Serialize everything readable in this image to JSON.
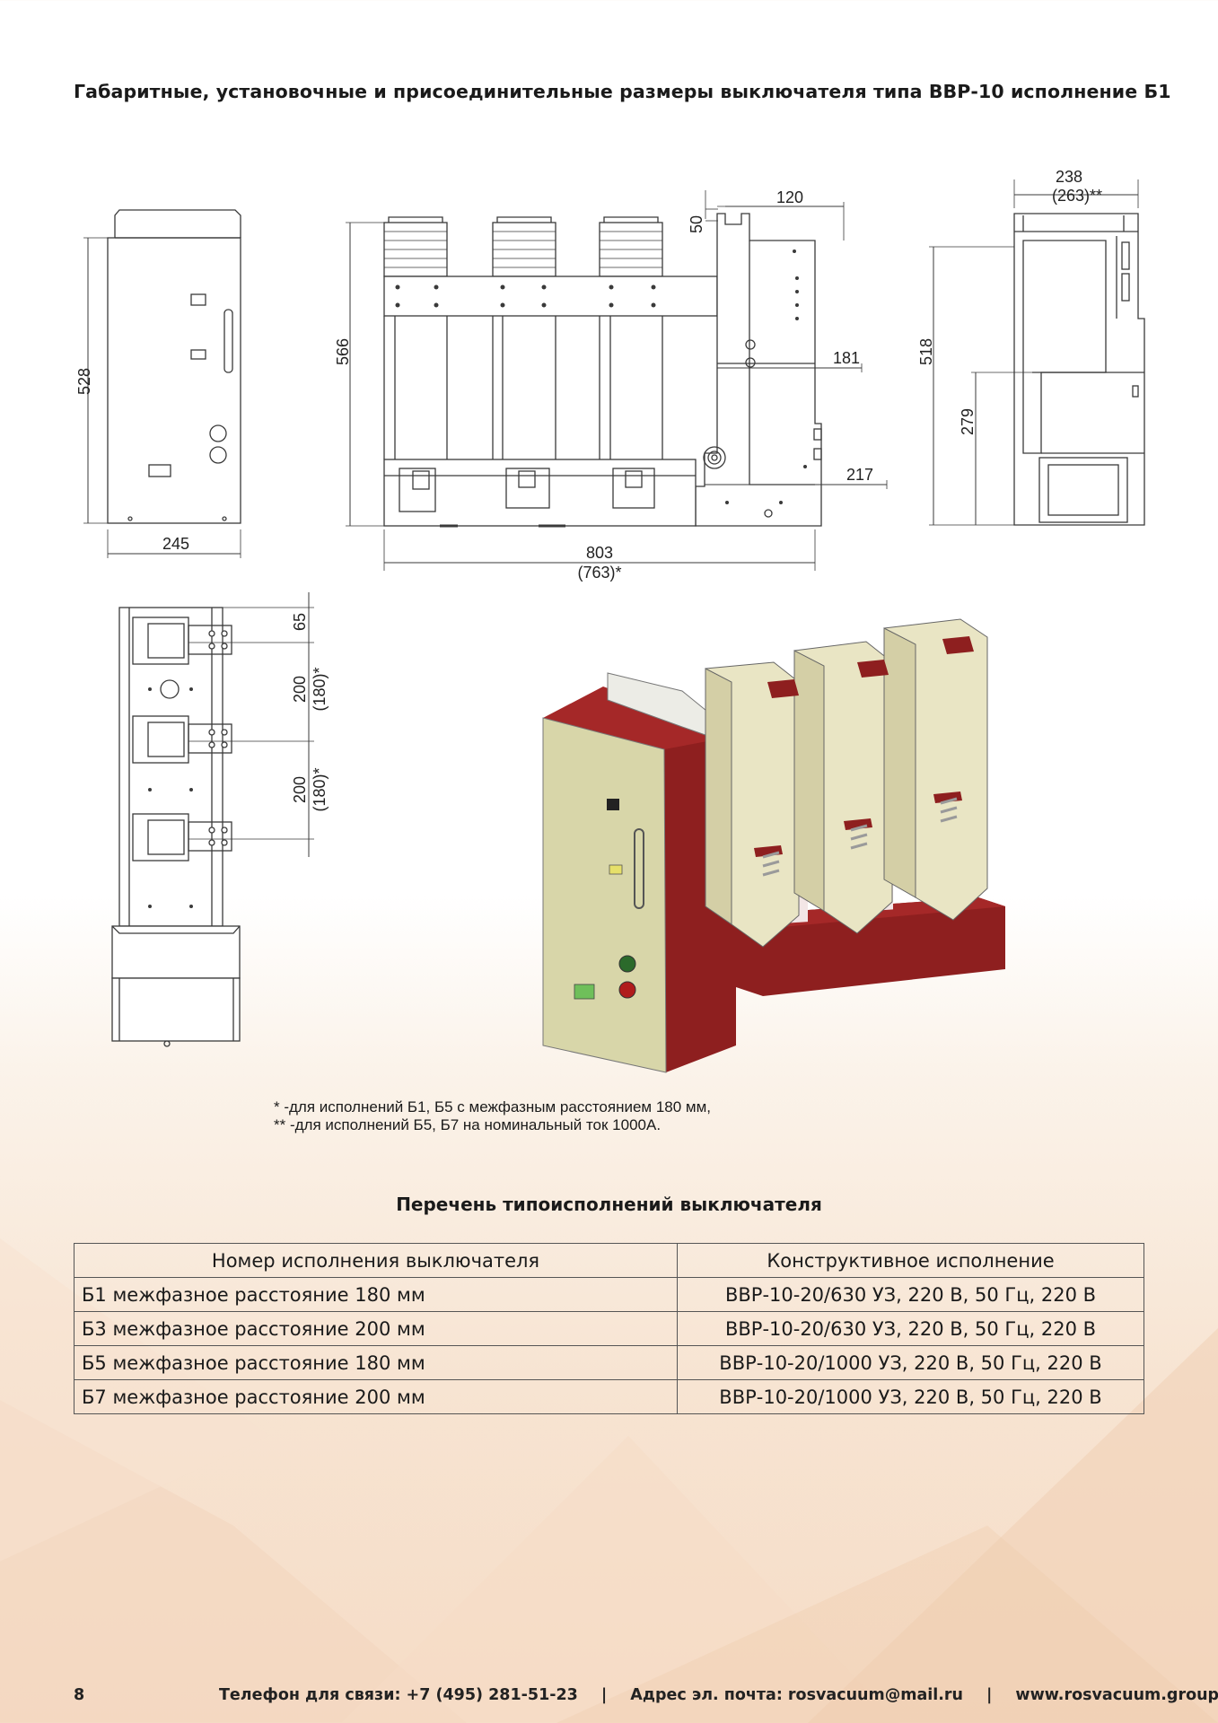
{
  "header": {
    "title": "Габаритные, установочные и присоединительные размеры выключателя типа ВВР-10 исполнение Б1"
  },
  "drawing": {
    "dims": {
      "side_height": "528",
      "side_width": "245",
      "front_height": "566",
      "front_top": "50",
      "front_top_width": "120",
      "front_mid": "181",
      "front_low": "217",
      "front_width": "803",
      "front_width_alt": "(763)*",
      "right_width": "238",
      "right_width_alt": "(263)**",
      "right_height": "518",
      "right_mid": "279",
      "top_65": "65",
      "top_200a": "200",
      "top_180a": "(180)*",
      "top_200b": "200",
      "top_180b": "(180)*"
    },
    "colors": {
      "body_beige": "#d8d6a9",
      "frame_red": "#8e1f1f",
      "frame_red_dark": "#6e1414",
      "insulator_ivory": "#e9e5c4",
      "line": "#3a3a3a"
    }
  },
  "notes": {
    "line1": "*   -для исполнений Б1, Б5 с межфазным расстоянием 180 мм,",
    "line2": "** -для исполнений Б5, Б7 на номинальный ток 1000А."
  },
  "variants": {
    "title": "Перечень типоисполнений выключателя",
    "headers": [
      "Номер исполнения выключателя",
      "Конструктивное исполнение"
    ],
    "rows": [
      [
        "Б1 межфазное расстояние 180 мм",
        "ВВР-10-20/630 УЗ, 220 В, 50 Гц, 220 В"
      ],
      [
        "Б3 межфазное расстояние 200 мм",
        "ВВР-10-20/630 УЗ, 220 В, 50 Гц, 220 В"
      ],
      [
        "Б5 межфазное расстояние 180 мм",
        "ВВР-10-20/1000 УЗ, 220 В, 50 Гц, 220 В"
      ],
      [
        "Б7 межфазное расстояние 200 мм",
        "ВВР-10-20/1000 УЗ, 220 В, 50 Гц, 220 В"
      ]
    ]
  },
  "footer": {
    "page": "8",
    "phone": "Телефон для связи: +7 (495) 281-51-23",
    "sep": "|",
    "email": "Адрес эл. почта: rosvacuum@mail.ru",
    "site": "www.rosvacuum.group"
  }
}
